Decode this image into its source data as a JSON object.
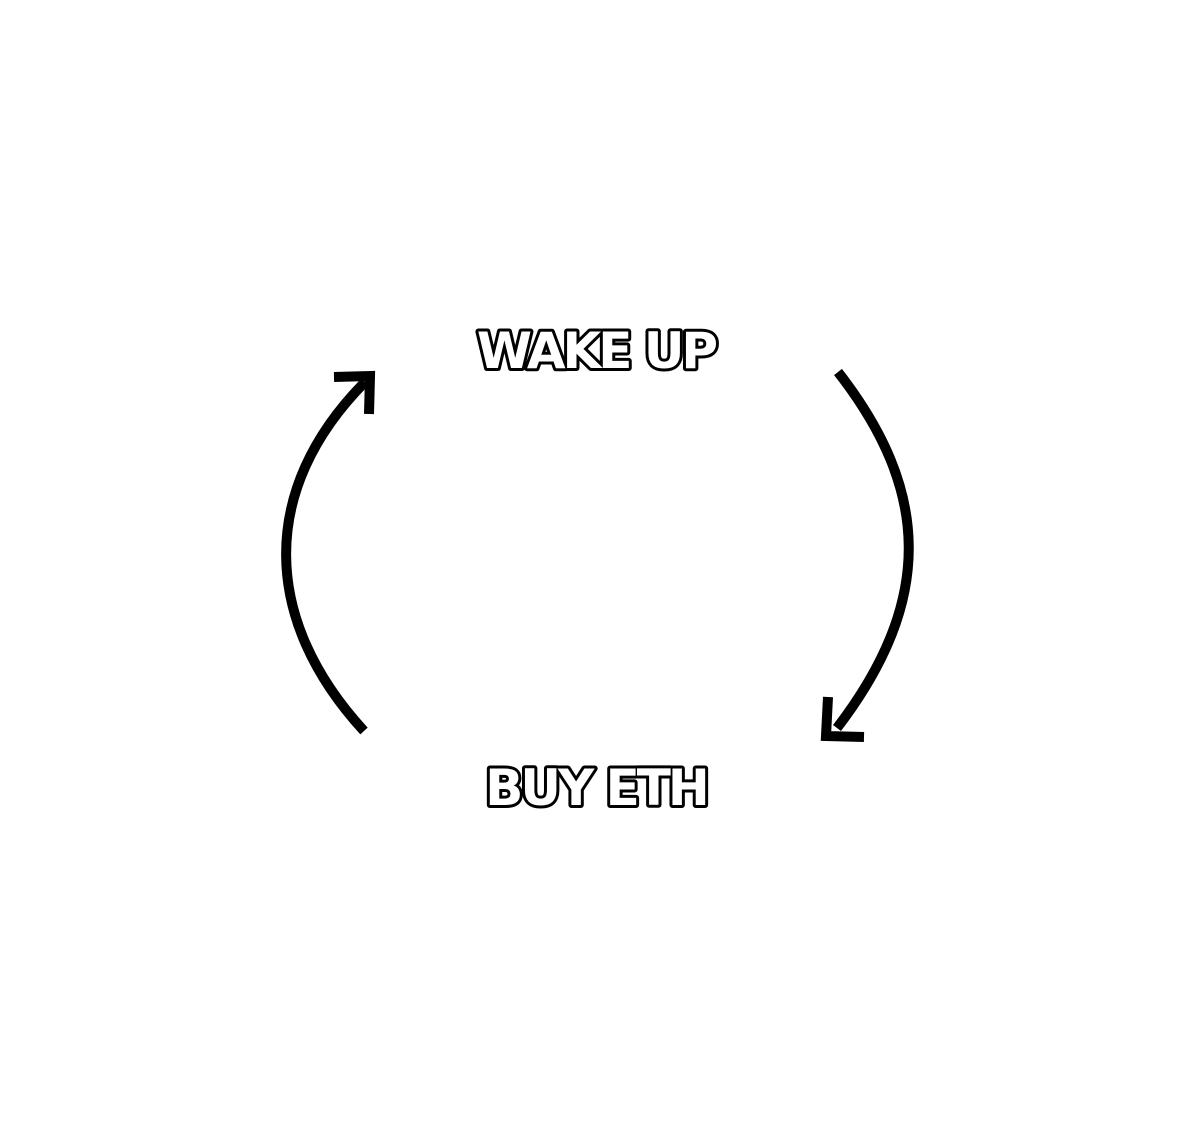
{
  "nodes": [
    {
      "id": "top",
      "label": "WAKE UP"
    },
    {
      "id": "bottom",
      "label": "BUY ETH"
    }
  ],
  "edges": [
    {
      "from": "top",
      "to": "bottom",
      "side": "right",
      "direction": "clockwise"
    },
    {
      "from": "bottom",
      "to": "top",
      "side": "left",
      "direction": "clockwise"
    }
  ],
  "colors": {
    "background": "#ffffff",
    "arrow": "#000000",
    "text_fill": "#ffffff",
    "text_outline": "#000000"
  },
  "icons": {
    "right_arrow": "curved-arrow-down-icon",
    "left_arrow": "curved-arrow-up-icon"
  }
}
